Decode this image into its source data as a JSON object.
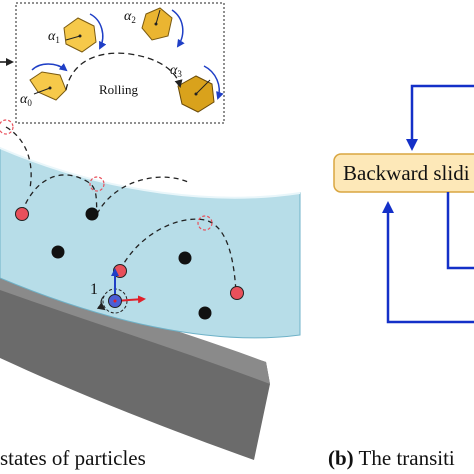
{
  "inset": {
    "rolling_label": "Rolling",
    "angle_symbol": "α",
    "angle_indices": [
      "0",
      "1",
      "2",
      "3"
    ]
  },
  "axis_label": "1",
  "flowchart": {
    "backward_box_label": "Backward slidi"
  },
  "captions": {
    "left_text": "states of particles",
    "right_prefix": "(b)",
    "right_text": " The transiti"
  },
  "colors": {
    "fluid": "#b7dde8",
    "fluid_edge": "#6fb2c8",
    "substrate": "#6b6b6b",
    "particle_red": "#e8505b",
    "particle_black": "#111111",
    "particle_blue": "#4b5fd6",
    "arrow_blue": "#1f3fc6",
    "arrow_red": "#e0202a",
    "box_fill": "#fde8b8",
    "box_edge": "#d9a640",
    "flow_blue": "#1430c8",
    "hex_light": "#f6c94a",
    "hex_dark": "#d9a21c"
  }
}
